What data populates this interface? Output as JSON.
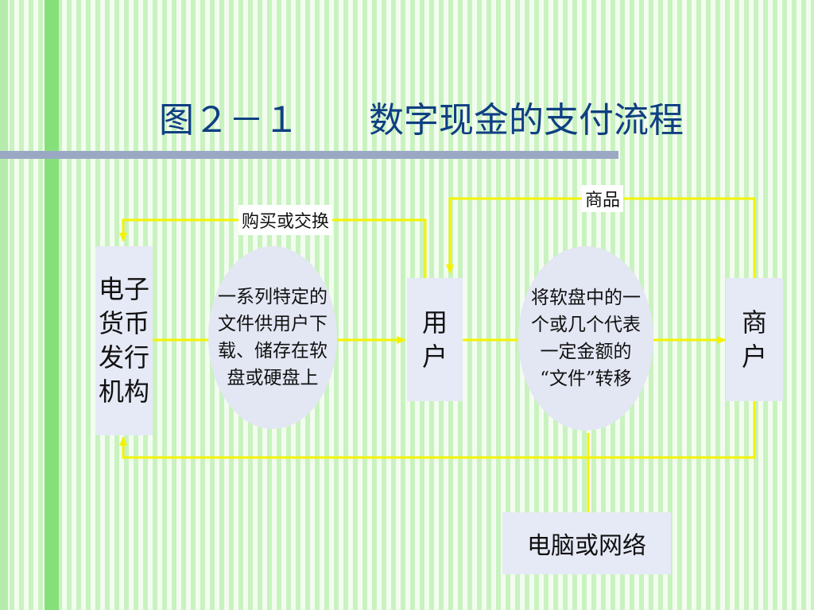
{
  "title": "图２－１　　数字现金的支付流程",
  "nodes": {
    "issuer": "电子\n货币\n发行\n机构",
    "file_download_step": "一系列特定的\n文件供用户下\n载、储存在软\n盘或硬盘上",
    "user": "用\n户",
    "transfer_step": "将软盘中的一\n个或几个代表\n一定金额的\n“文件”转移",
    "merchant": "商\n户",
    "network": "电脑或网络"
  },
  "labels": {
    "buy_or_exchange": "购买或交换",
    "goods": "商品"
  },
  "colors": {
    "arrow": "#f3f300",
    "title": "#0f3f82",
    "node_fill": "#e6e9f6",
    "title_rule": "#9aa8c4"
  }
}
